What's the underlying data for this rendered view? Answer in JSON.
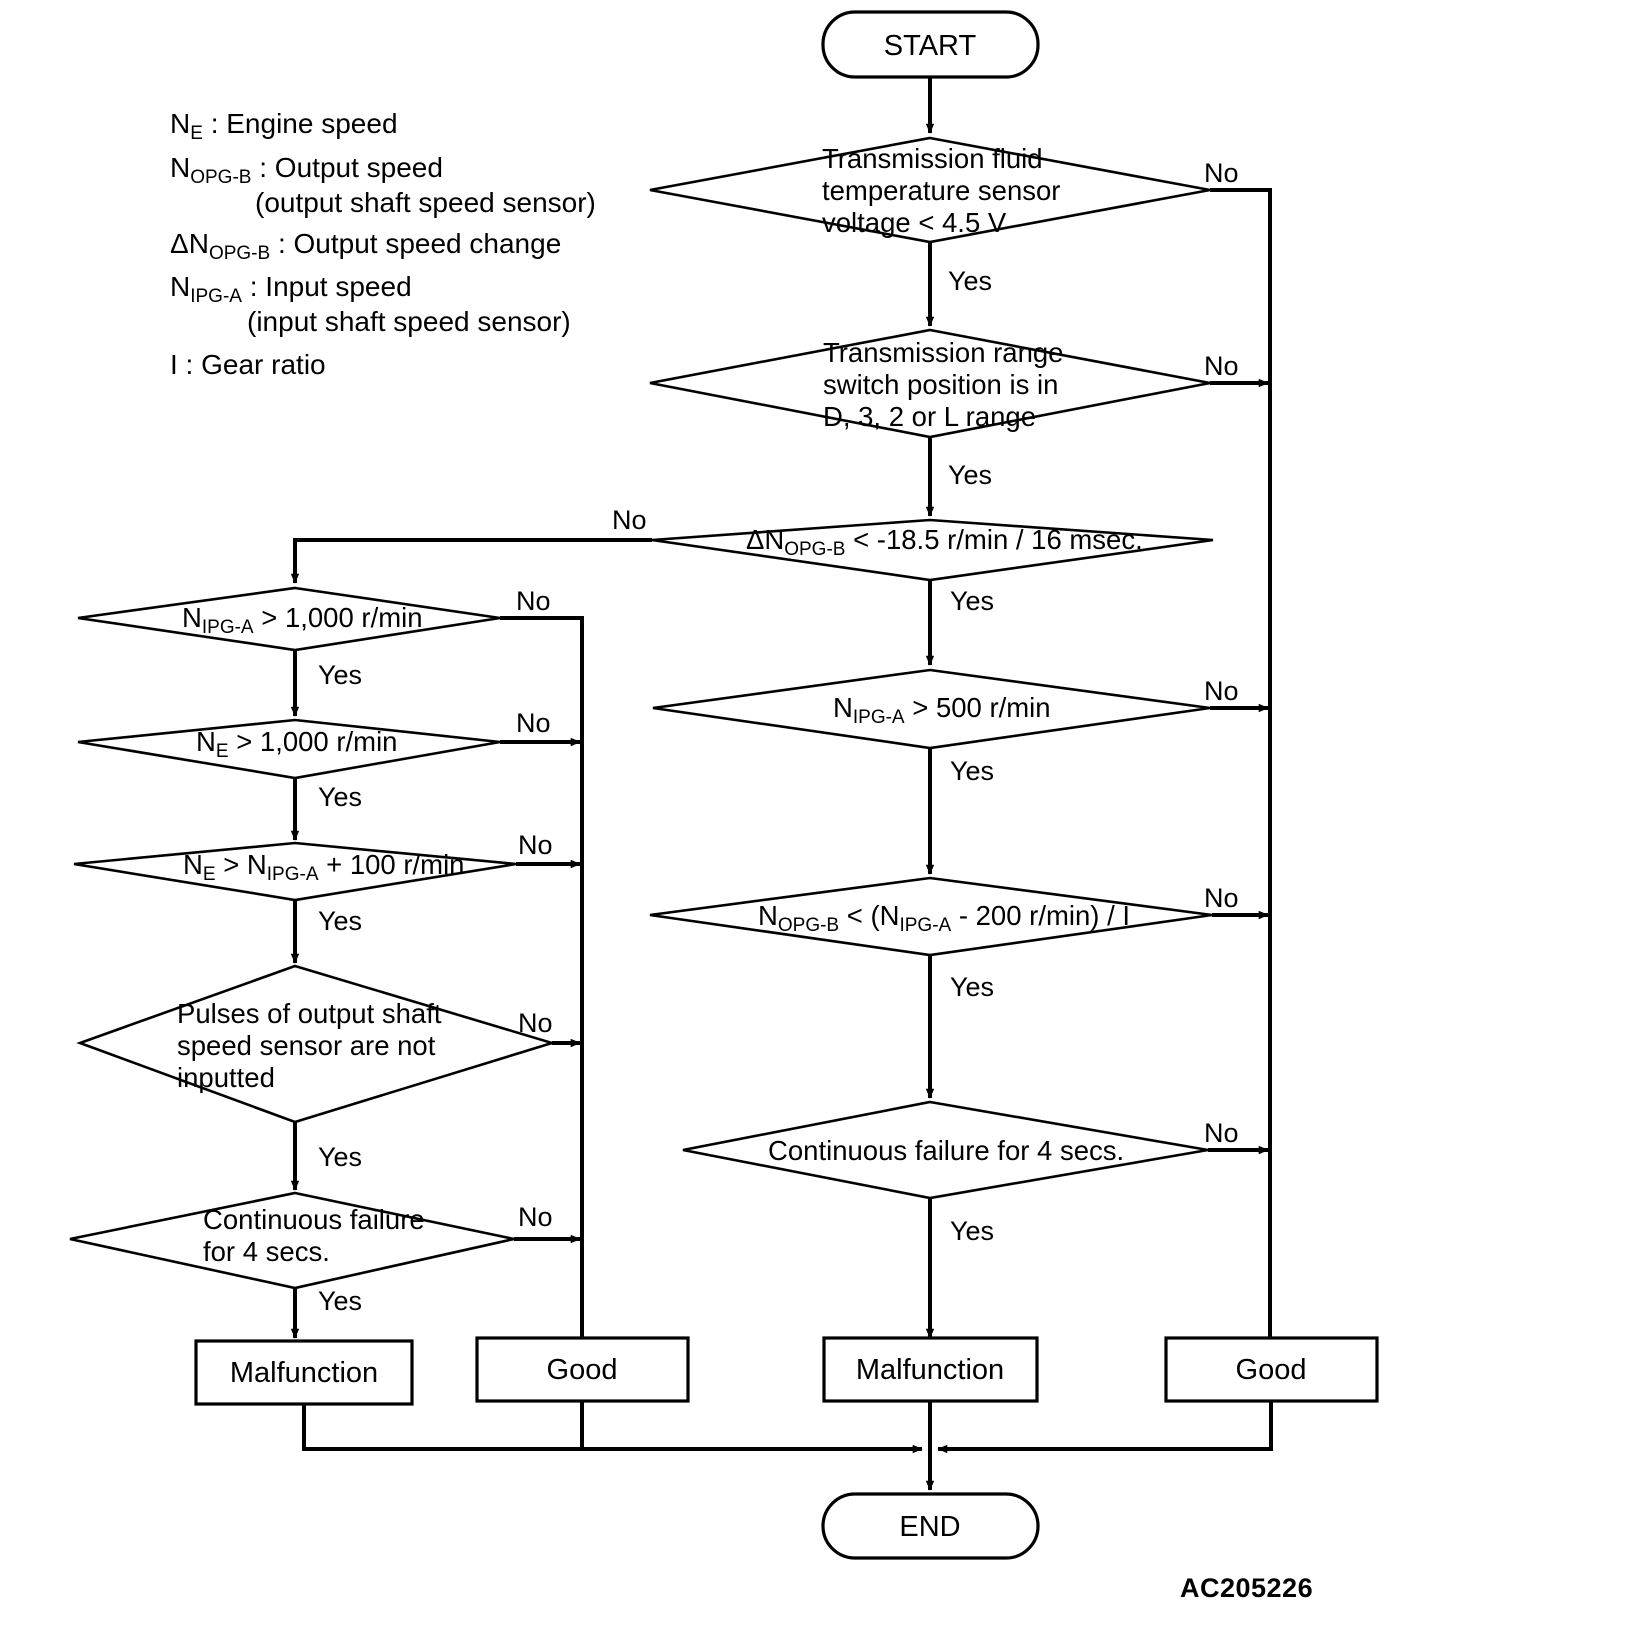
{
  "diagram": {
    "title": "Automatic transmission diagnostic logic flowchart",
    "figure_code": "AC205226",
    "stroke_color": "#000000",
    "background_color": "#ffffff"
  },
  "legend": {
    "items": [
      {
        "sym": "N",
        "sub": "E",
        "sep": " : ",
        "desc": "Engine speed",
        "desc2": ""
      },
      {
        "sym": "N",
        "sub": "OPG-B",
        "sep": " : ",
        "desc": "Output speed",
        "desc2": "(output shaft speed sensor)"
      },
      {
        "sym": "ΔN",
        "sub": "OPG-B",
        "sep": " : ",
        "desc": "Output speed change",
        "desc2": ""
      },
      {
        "sym": "N",
        "sub": "IPG-A",
        "sep": " : ",
        "desc": "Input speed",
        "desc2": "(input shaft speed sensor)"
      },
      {
        "sym": "I",
        "sub": "",
        "sep": " : ",
        "desc": "Gear ratio",
        "desc2": ""
      }
    ]
  },
  "labels": {
    "yes": "Yes",
    "no": "No"
  },
  "terminals": {
    "start": "START",
    "end": "END"
  },
  "outcomes": {
    "malfunction": "Malfunction",
    "good": "Good"
  },
  "nodes": {
    "d1": {
      "id": "fluid-temp",
      "lines": [
        "Transmission fluid",
        "temperature sensor",
        "voltage < 4.5 V"
      ]
    },
    "d2": {
      "id": "range-switch",
      "lines": [
        "Transmission range",
        "switch position is in",
        "D, 3, 2 or L range"
      ]
    },
    "d3": {
      "id": "output-speed-change",
      "lines": [
        "ΔNOPG-B < -18.5 r/min / 16 msec."
      ],
      "rich": [
        {
          "t": "ΔN"
        },
        {
          "t": "OPG-B",
          "sub": true
        },
        {
          "t": " < -18.5 r/min / 16 msec."
        }
      ]
    },
    "d4": {
      "id": "input-speed-1000",
      "rich": [
        {
          "t": "N"
        },
        {
          "t": "IPG-A",
          "sub": true
        },
        {
          "t": " > 1,000 r/min"
        }
      ]
    },
    "d5": {
      "id": "engine-speed-1000",
      "rich": [
        {
          "t": "N"
        },
        {
          "t": "E",
          "sub": true
        },
        {
          "t": " > 1,000 r/min"
        }
      ]
    },
    "d6": {
      "id": "engine-vs-input",
      "rich": [
        {
          "t": "N"
        },
        {
          "t": "E",
          "sub": true
        },
        {
          "t": " > N"
        },
        {
          "t": "IPG-A",
          "sub": true
        },
        {
          "t": " + 100 r/min"
        }
      ]
    },
    "d7": {
      "id": "pulses-not-inputted",
      "lines": [
        "Pulses of output shaft",
        "speed sensor are not",
        "inputted"
      ]
    },
    "d8": {
      "id": "continuous-failure-left",
      "lines": [
        "Continuous failure",
        "for 4 secs."
      ]
    },
    "d9": {
      "id": "input-speed-500",
      "rich": [
        {
          "t": "N"
        },
        {
          "t": "IPG-A",
          "sub": true
        },
        {
          "t": " > 500 r/min"
        }
      ]
    },
    "d10": {
      "id": "output-vs-input-ratio",
      "rich": [
        {
          "t": "N"
        },
        {
          "t": "OPG-B",
          "sub": true
        },
        {
          "t": " < (N"
        },
        {
          "t": "IPG-A",
          "sub": true
        },
        {
          "t": " - 200 r/min) / I"
        }
      ]
    },
    "d11": {
      "id": "continuous-failure-right",
      "lines": [
        "Continuous failure for 4 secs."
      ]
    }
  },
  "chart_data": {
    "type": "flowchart",
    "figure_code": "AC205226",
    "orientation": "top-down",
    "terminals": [
      "START",
      "END"
    ],
    "decisions": [
      {
        "key": "d1",
        "text": "Transmission fluid temperature sensor voltage < 4.5 V",
        "yes": "d2",
        "no": "good-right"
      },
      {
        "key": "d2",
        "text": "Transmission range switch position is in D, 3, 2 or L range",
        "yes": "d3",
        "no": "good-right"
      },
      {
        "key": "d3",
        "text": "ΔNOPG-B < -18.5 r/min / 16 msec.",
        "yes": "d9",
        "no": "d4"
      },
      {
        "key": "d4",
        "text": "NIPG-A > 1,000 r/min",
        "yes": "d5",
        "no": "good-left"
      },
      {
        "key": "d5",
        "text": "NE > 1,000 r/min",
        "yes": "d6",
        "no": "good-left"
      },
      {
        "key": "d6",
        "text": "NE > NIPG-A + 100 r/min",
        "yes": "d7",
        "no": "good-left"
      },
      {
        "key": "d7",
        "text": "Pulses of output shaft speed sensor are not inputted",
        "yes": "d8",
        "no": "good-left"
      },
      {
        "key": "d8",
        "text": "Continuous failure for 4 secs.",
        "yes": "malfunction-left",
        "no": "good-left"
      },
      {
        "key": "d9",
        "text": "NIPG-A > 500 r/min",
        "yes": "d10",
        "no": "good-right"
      },
      {
        "key": "d10",
        "text": "NOPG-B < (NIPG-A - 200 r/min) / I",
        "yes": "d11",
        "no": "good-right"
      },
      {
        "key": "d11",
        "text": "Continuous failure for 4 secs.",
        "yes": "malfunction-right",
        "no": "good-right"
      }
    ],
    "outcome_boxes": [
      {
        "key": "malfunction-left",
        "label": "Malfunction"
      },
      {
        "key": "good-left",
        "label": "Good"
      },
      {
        "key": "malfunction-right",
        "label": "Malfunction"
      },
      {
        "key": "good-right",
        "label": "Good"
      }
    ],
    "edge_labels": [
      "Yes",
      "No"
    ],
    "legend": [
      "NE : Engine speed",
      "NOPG-B : Output speed (output shaft speed sensor)",
      "ΔNOPG-B : Output speed change",
      "NIPG-A : Input speed (input shaft speed sensor)",
      "I : Gear ratio"
    ]
  }
}
